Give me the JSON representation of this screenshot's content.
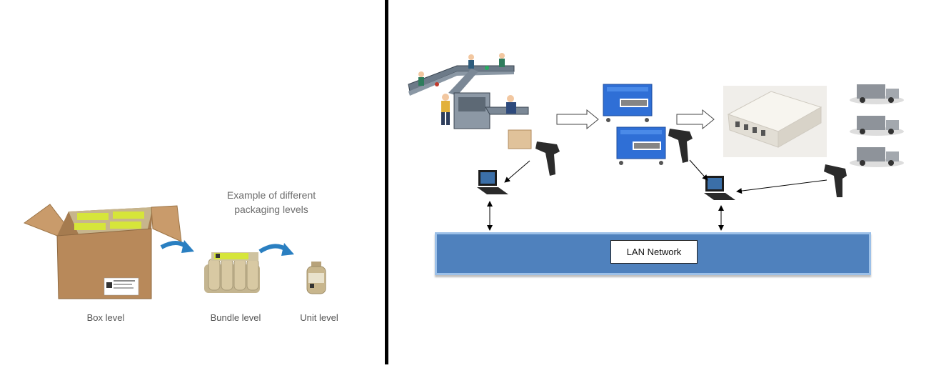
{
  "left_panel": {
    "heading_line1": "Example of different",
    "heading_line2": "packaging levels",
    "levels": [
      {
        "label": "Box level"
      },
      {
        "label": "Bundle level"
      },
      {
        "label": "Unit level"
      }
    ]
  },
  "right_panel": {
    "network_label": "LAN Network"
  },
  "colors": {
    "arrow_blue": "#2a7fc1",
    "network_blue": "#4f81bd",
    "box_brown": "#b8895a",
    "bin_blue": "#2f6fd6",
    "label_yellow": "#d6e53a"
  }
}
